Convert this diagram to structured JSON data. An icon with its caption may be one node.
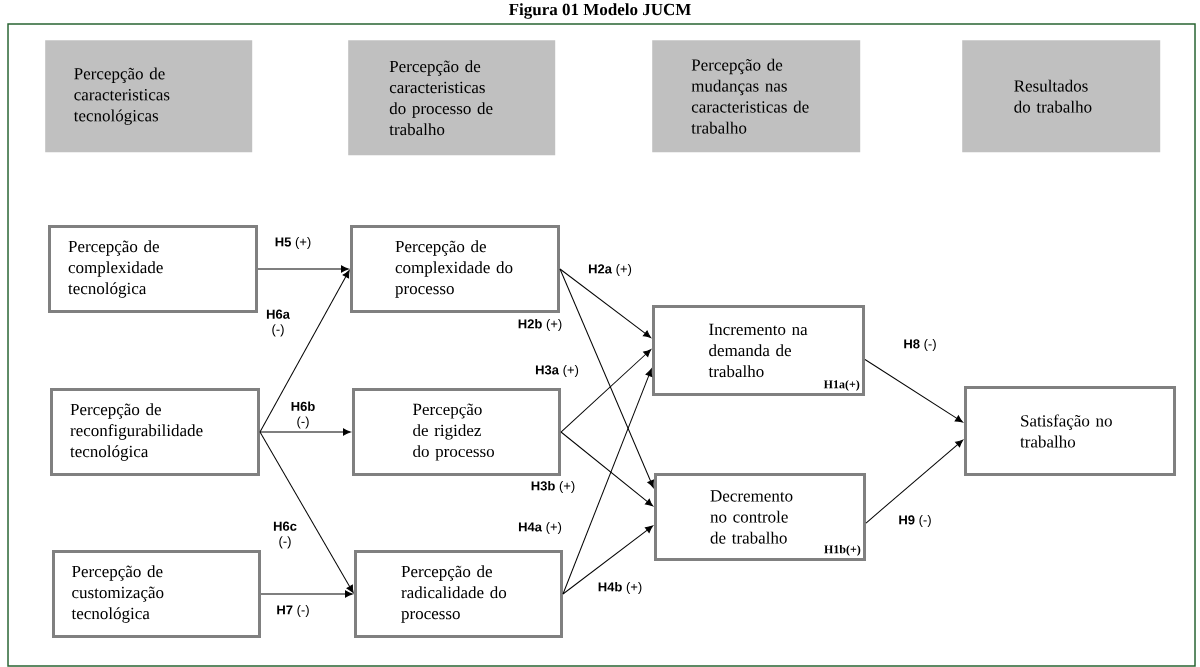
{
  "diagram": {
    "title": "Figura 01 Modelo JUCM",
    "nodes": [
      {
        "text": [
          "Percepção de caracteristicas tecnológicas"
        ]
      },
      {
        "text": [
          "Percepção de caracteristicas do processo de trabalho"
        ]
      },
      {
        "text": [
          "Percepção de mudanças nas caracteristicas de trabalho"
        ]
      },
      {
        "text": [
          "Resultados do trabalho"
        ]
      },
      {
        "text": [
          "Percepção de complexidade tecnológica"
        ]
      },
      {
        "text": [
          "Percepção de reconfigurabilidade tecnológica"
        ]
      },
      {
        "text": [
          "Percepção de customização tecnológica"
        ]
      },
      {
        "text": [
          "Percepção de complexidade do processo"
        ]
      },
      {
        "text": [
          "Percepção de rigidez do processo"
        ]
      },
      {
        "text": [
          "Percepção de radicalidade do processo"
        ]
      },
      {
        "text": [
          "Incremento na demanda de trabalho",
          "H1a(+)"
        ]
      },
      {
        "text": [
          "Decremento no controle de trabalho",
          "H1b(+)"
        ]
      },
      {
        "text": [
          "Satisfação no trabalho"
        ]
      }
    ],
    "edges": [
      {
        "from": 4,
        "to": 7,
        "arrow": "to",
        "label": "**H5** (+)"
      },
      {
        "from": 5,
        "to": 7,
        "arrow": "to",
        "label": "**H6a** (-)"
      },
      {
        "from": 5,
        "to": 8,
        "arrow": "to",
        "label": "**H6b** (-)"
      },
      {
        "from": 5,
        "to": 9,
        "arrow": "to",
        "label": "**H6c** (-)"
      },
      {
        "from": 6,
        "to": 9,
        "arrow": "to",
        "label": "**H7** (-)"
      },
      {
        "from": 7,
        "to": 10,
        "arrow": "to",
        "label": "**H2a** (+)"
      },
      {
        "from": 7,
        "to": 11,
        "arrow": "to",
        "label": "**H2b** (+)"
      },
      {
        "from": 8,
        "to": 10,
        "arrow": "to",
        "label": "**H3a** (+)"
      },
      {
        "from": 8,
        "to": 11,
        "arrow": "to",
        "label": "**H3b** (+)"
      },
      {
        "from": 9,
        "to": 10,
        "arrow": "to",
        "label": "**H4a** (+)"
      },
      {
        "from": 9,
        "to": 11,
        "arrow": "to",
        "label": "**H4b** (+)"
      },
      {
        "from": 10,
        "to": 12,
        "arrow": "to",
        "label": "**H8** (-)"
      },
      {
        "from": 11,
        "to": 12,
        "arrow": "to",
        "label": "**H9** (-)"
      }
    ]
  }
}
